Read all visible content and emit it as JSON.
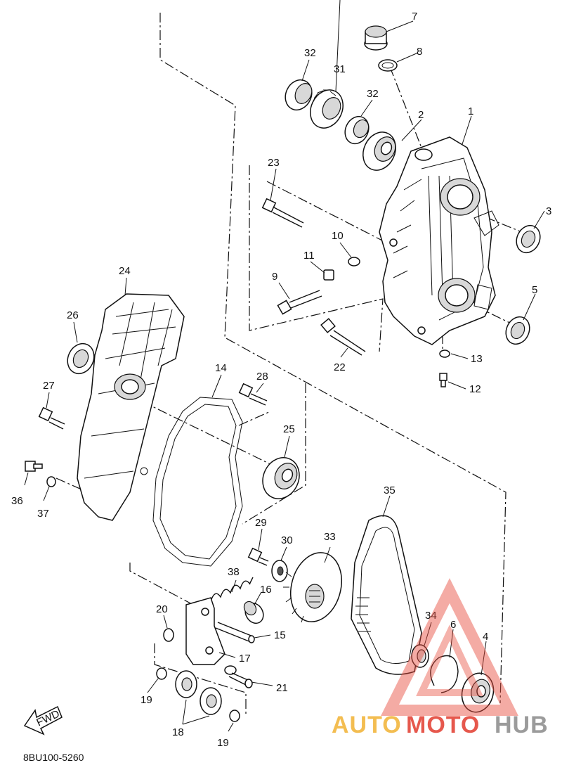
{
  "diagram": {
    "code": "8BU100-5260",
    "fwd_label": "FWD",
    "callouts": {
      "n1": "1",
      "n2": "2",
      "n3": "3",
      "n4": "4",
      "n5": "5",
      "n6": "6",
      "n7": "7",
      "n8": "8",
      "n9": "9",
      "n10": "10",
      "n11": "11",
      "n12": "12",
      "n13": "13",
      "n14": "14",
      "n15": "15",
      "n16": "16",
      "n17": "17",
      "n18": "18",
      "n19a": "19",
      "n19b": "19",
      "n20": "20",
      "n21": "21",
      "n22": "22",
      "n23": "23",
      "n24": "24",
      "n25": "25",
      "n26": "26",
      "n27": "27",
      "n28": "28",
      "n29": "29",
      "n30": "30",
      "n31": "31",
      "n32a": "32",
      "n32b": "32",
      "n33": "33",
      "n34": "34",
      "n35": "35",
      "n36": "36",
      "n37": "37",
      "n38": "38"
    }
  },
  "watermark": {
    "part1": "AUTO",
    "part2": "MOTO",
    "part3": "HUB",
    "colors": {
      "auto": "#f2b233",
      "moto": "#e23b2e",
      "hub": "#8a8a8a",
      "logo": "#e84b3c"
    }
  }
}
